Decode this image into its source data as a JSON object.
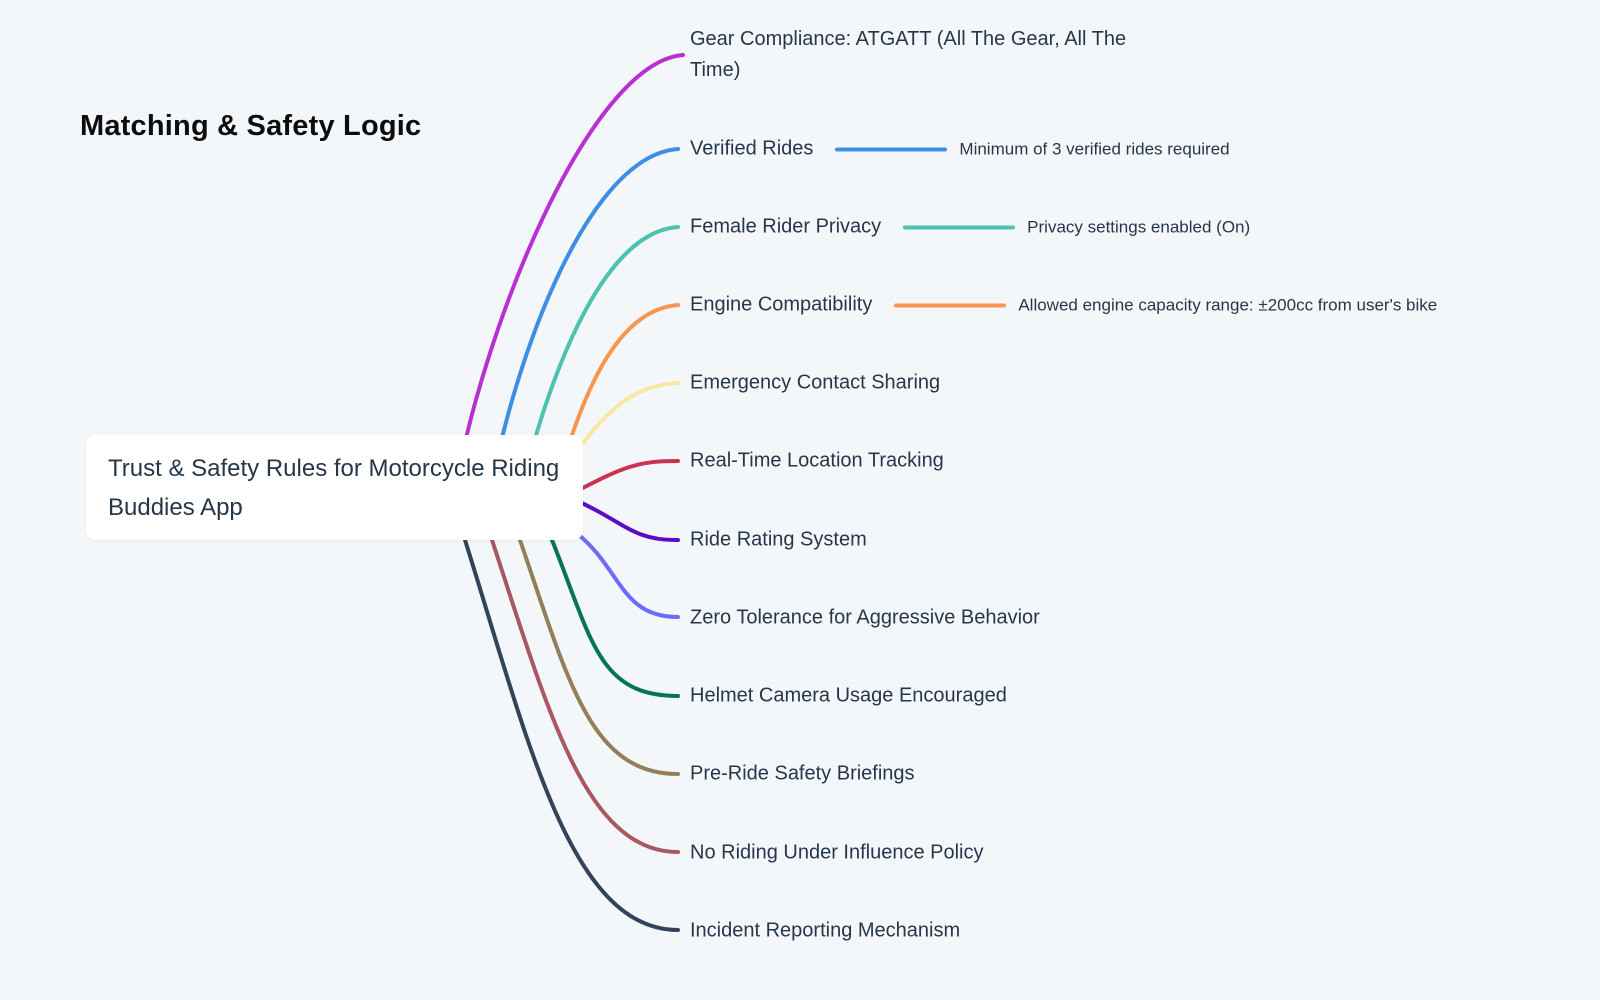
{
  "page": {
    "title": "Matching & Safety Logic",
    "background": "#f4f7f9"
  },
  "root_node": {
    "label": "Trust & Safety Rules for Motorcycle Riding Buddies App",
    "bg": "#ffffff",
    "text_color": "#26374a"
  },
  "branches": [
    {
      "label": "Gear Compliance: ATGATT (All The Gear, All The Time)",
      "color": "#ba2fd4"
    },
    {
      "label": "Verified Rides",
      "color": "#3d8fe3",
      "sub": "Minimum of 3 verified rides required"
    },
    {
      "label": "Female Rider Privacy",
      "color": "#4cc3ae",
      "sub": "Privacy settings enabled (On)"
    },
    {
      "label": "Engine Compatibility",
      "color": "#f79552",
      "sub": "Allowed engine capacity range: ±200cc from user's bike"
    },
    {
      "label": "Emergency Contact Sharing",
      "color": "#fce6a4"
    },
    {
      "label": "Real-Time Location Tracking",
      "color": "#cb3450"
    },
    {
      "label": "Ride Rating System",
      "color": "#5c0bc8"
    },
    {
      "label": "Zero Tolerance for Aggressive Behavior",
      "color": "#6d6cf8"
    },
    {
      "label": "Helmet Camera Usage Encouraged",
      "color": "#087552"
    },
    {
      "label": "Pre-Ride Safety Briefings",
      "color": "#93805a"
    },
    {
      "label": "No Riding Under Influence Policy",
      "color": "#aa5860"
    },
    {
      "label": "Incident Reporting Mechanism",
      "color": "#33435a"
    }
  ]
}
